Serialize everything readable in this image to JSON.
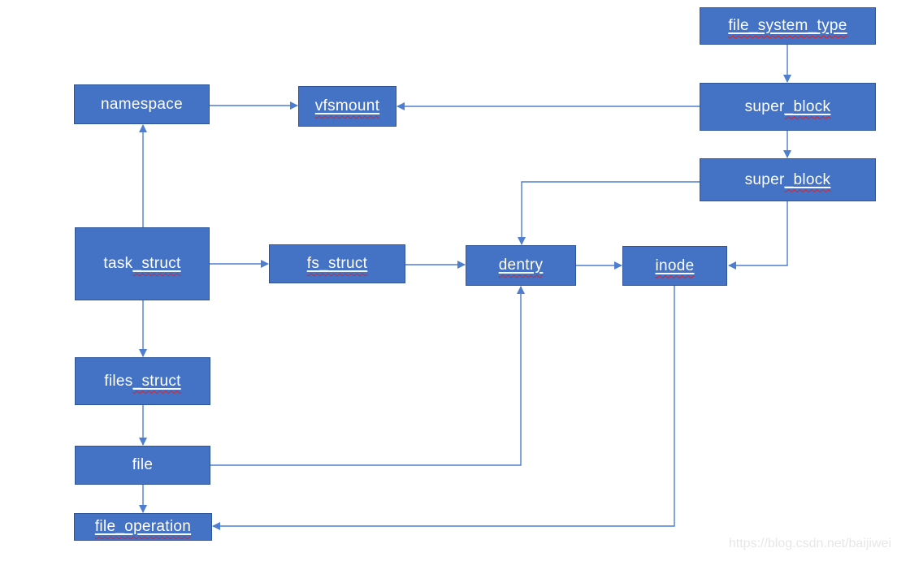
{
  "diagram": {
    "nodes": [
      {
        "id": "file_system_type",
        "label": "file_system_type",
        "text_plain": "",
        "text_marked": "file_system_type"
      },
      {
        "id": "super_block_1",
        "label": "super_block",
        "text_plain": "super",
        "text_marked": "_block"
      },
      {
        "id": "namespace",
        "label": "namespace",
        "text_plain": "namespace",
        "text_marked": ""
      },
      {
        "id": "vfsmount",
        "label": "vfsmount",
        "text_plain": "",
        "text_marked": "vfsmount"
      },
      {
        "id": "super_block_2",
        "label": "super_block",
        "text_plain": "super",
        "text_marked": "_block"
      },
      {
        "id": "task_struct",
        "label": "task_struct",
        "text_plain": "task",
        "text_marked": "_struct"
      },
      {
        "id": "fs_struct",
        "label": "fs_struct",
        "text_plain": "",
        "text_marked": "fs_struct"
      },
      {
        "id": "dentry",
        "label": "dentry",
        "text_plain": "",
        "text_marked": "dentry"
      },
      {
        "id": "inode",
        "label": "inode",
        "text_plain": "",
        "text_marked": "inode"
      },
      {
        "id": "files_struct",
        "label": "files_struct",
        "text_plain": "files",
        "text_marked": "_struct"
      },
      {
        "id": "file",
        "label": "file",
        "text_plain": "file",
        "text_marked": ""
      },
      {
        "id": "file_operation",
        "label": "file_operation",
        "text_plain": "",
        "text_marked": "file_operation"
      }
    ],
    "edges": [
      {
        "from": "file_system_type",
        "to": "super_block_1"
      },
      {
        "from": "super_block_1",
        "to": "super_block_2"
      },
      {
        "from": "super_block_1",
        "to": "vfsmount"
      },
      {
        "from": "namespace",
        "to": "vfsmount"
      },
      {
        "from": "task_struct",
        "to": "namespace"
      },
      {
        "from": "task_struct",
        "to": "fs_struct"
      },
      {
        "from": "fs_struct",
        "to": "dentry"
      },
      {
        "from": "dentry",
        "to": "inode"
      },
      {
        "from": "super_block_2",
        "to": "dentry"
      },
      {
        "from": "super_block_2",
        "to": "inode"
      },
      {
        "from": "task_struct",
        "to": "files_struct"
      },
      {
        "from": "files_struct",
        "to": "file"
      },
      {
        "from": "file",
        "to": "dentry"
      },
      {
        "from": "file",
        "to": "file_operation"
      },
      {
        "from": "inode",
        "to": "file_operation"
      }
    ],
    "colors": {
      "node_fill": "#4472C4",
      "node_border": "#2F5597",
      "connector": "#4D7ECF",
      "label_text": "#FFFFFF",
      "spellcheck_squiggle": "#E02020",
      "watermark_text": "#E7E7E7"
    },
    "watermark": "https://blog.csdn.net/baijiwei"
  }
}
